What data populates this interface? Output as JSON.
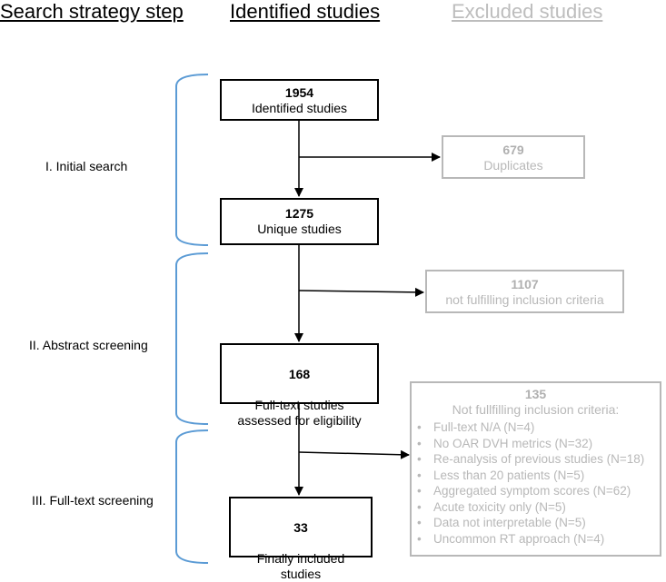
{
  "headers": {
    "strategy": "Search strategy step",
    "identified": "Identified studies",
    "excluded": "Excluded studies"
  },
  "stages": [
    {
      "label": "I. Initial search"
    },
    {
      "label": "II. Abstract screening"
    },
    {
      "label": "III. Full-text screening"
    }
  ],
  "identified": [
    {
      "count": "1954",
      "label": "Identified studies"
    },
    {
      "count": "1275",
      "label": "Unique studies"
    },
    {
      "count": "168",
      "label": "Full-text studies\nassessed for eligibility"
    },
    {
      "count": "33",
      "label": "Finally included\nstudies"
    }
  ],
  "excluded": [
    {
      "count": "679",
      "label": "Duplicates"
    },
    {
      "count": "1107",
      "label": "not fulfilling inclusion criteria"
    },
    {
      "count": "135",
      "label": "Not fullfilling inclusion criteria:",
      "items": [
        "Full-text N/A (N=4)",
        "No OAR DVH metrics (N=32)",
        "Re-analysis of previous studies (N=18)",
        "Less than 20 patients (N=5)",
        "Aggregated symptom scores (N=62)",
        "Acute toxicity only (N=5)",
        "Data not interpretable (N=5)",
        "Uncommon RT approach (N=4)"
      ]
    }
  ],
  "colors": {
    "bracket": "#5b9bd5",
    "excluded": "#b8b8b8",
    "main": "#000000"
  }
}
